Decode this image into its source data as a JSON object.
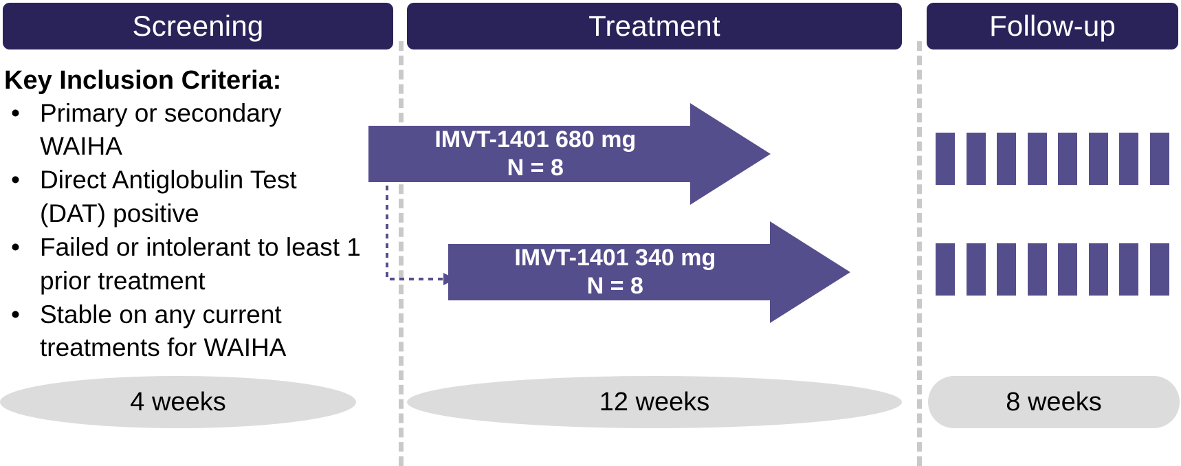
{
  "phases": [
    {
      "id": "screening",
      "label": "Screening",
      "duration": "4 weeks"
    },
    {
      "id": "treatment",
      "label": "Treatment",
      "duration": "12 weeks"
    },
    {
      "id": "followup",
      "label": "Follow-up",
      "duration": "8 weeks"
    }
  ],
  "screening": {
    "criteria_title": "Key Inclusion Criteria:",
    "bullet_glyph": "•",
    "criteria": [
      "Primary or secondary WAIHA",
      "Direct Antiglobulin Test (DAT) positive",
      "Failed or intolerant to least 1 prior treatment",
      "Stable on any current treatments for WAIHA"
    ]
  },
  "treatment": {
    "arms": [
      {
        "id": "arm-680",
        "drug": "IMVT-1401 680 mg",
        "enrollment": "N = 8"
      },
      {
        "id": "arm-340",
        "drug": "IMVT-1401 340 mg",
        "enrollment": "N = 8"
      }
    ]
  },
  "followup": {
    "rows": [
      {
        "id": "followup-row-680",
        "bar_count": 8
      },
      {
        "id": "followup-row-340",
        "bar_count": 8
      }
    ]
  },
  "colors": {
    "header_navy": "#2a2359",
    "arrow_purple": "#554e8c",
    "pill_gray": "#dcdcdc",
    "divider_gray": "#c9c9c9",
    "text_white": "#ffffff",
    "text_black": "#000000"
  }
}
